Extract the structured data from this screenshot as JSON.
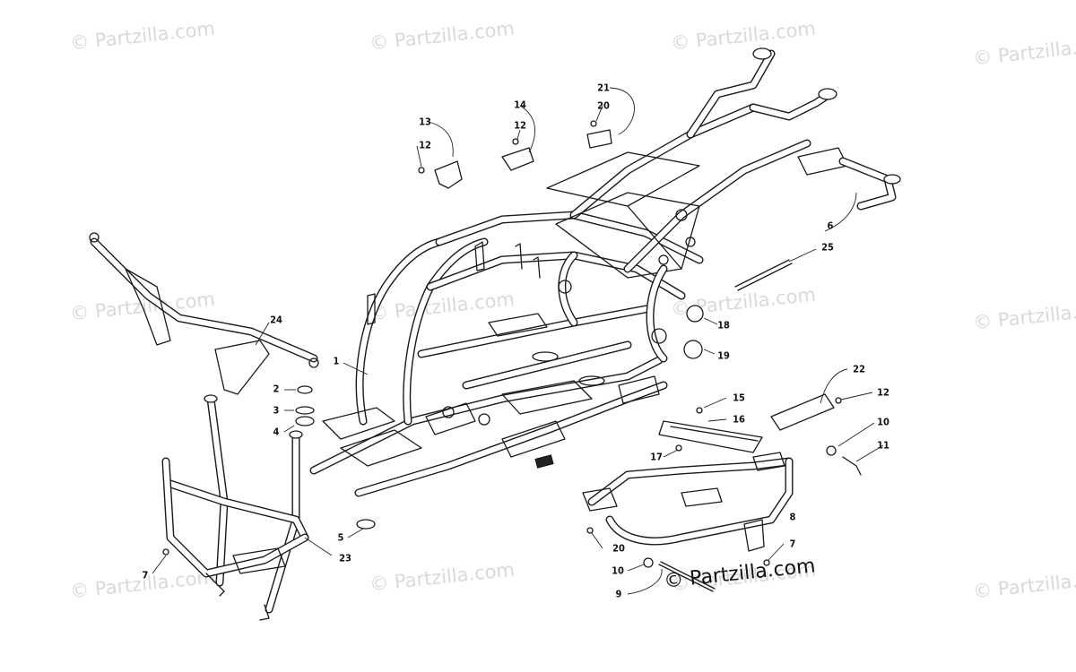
{
  "watermarks": [
    "© Partzilla.com",
    "© Partzilla.com",
    "© Partzilla.com",
    "© Partzilla.com",
    "© Partzilla.com",
    "© Partzilla.com",
    "© Partzilla.com",
    "© Partzilla.com",
    "© Partzilla.com",
    "© Partzilla.com",
    "© Partzilla.com",
    "© Partzilla.com"
  ],
  "logo_text": "© Partzilla.com",
  "callouts": [
    {
      "label": "1"
    },
    {
      "label": "2"
    },
    {
      "label": "3"
    },
    {
      "label": "4"
    },
    {
      "label": "5"
    },
    {
      "label": "6"
    },
    {
      "label": "7"
    },
    {
      "label": "7"
    },
    {
      "label": "8"
    },
    {
      "label": "9"
    },
    {
      "label": "10"
    },
    {
      "label": "10"
    },
    {
      "label": "11"
    },
    {
      "label": "12"
    },
    {
      "label": "12"
    },
    {
      "label": "12"
    },
    {
      "label": "13"
    },
    {
      "label": "14"
    },
    {
      "label": "15"
    },
    {
      "label": "16"
    },
    {
      "label": "17"
    },
    {
      "label": "18"
    },
    {
      "label": "19"
    },
    {
      "label": "20"
    },
    {
      "label": "20"
    },
    {
      "label": "21"
    },
    {
      "label": "22"
    },
    {
      "label": "23"
    },
    {
      "label": "24"
    },
    {
      "label": "25"
    }
  ]
}
